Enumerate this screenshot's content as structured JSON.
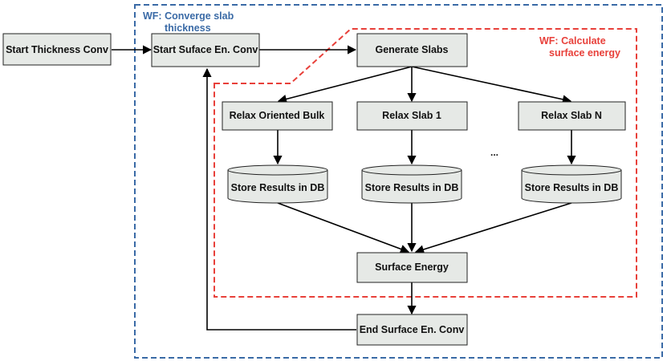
{
  "workflows": {
    "outer": {
      "label_line1": "WF: Converge slab",
      "label_line2": "thickness",
      "color": "#3a6aa6"
    },
    "inner": {
      "label_line1": "WF: Calculate",
      "label_line2": "surface energy",
      "color": "#e8403a"
    }
  },
  "nodes": {
    "start_thickness": "Start Thickness Conv",
    "start_surface": "Start Suface En. Conv",
    "generate_slabs": "Generate Slabs",
    "relax_bulk": "Relax Oriented Bulk",
    "relax_slab_1": "Relax Slab 1",
    "relax_slab_n": "Relax Slab N",
    "store_1": "Store Results in DB",
    "store_2": "Store Results in DB",
    "store_3": "Store Results in DB",
    "surface_energy": "Surface Energy",
    "end_surface": "End Surface En. Conv"
  },
  "ellipsis": "...",
  "colors": {
    "box_fill": "#e6e9e6",
    "edge": "#000000"
  }
}
